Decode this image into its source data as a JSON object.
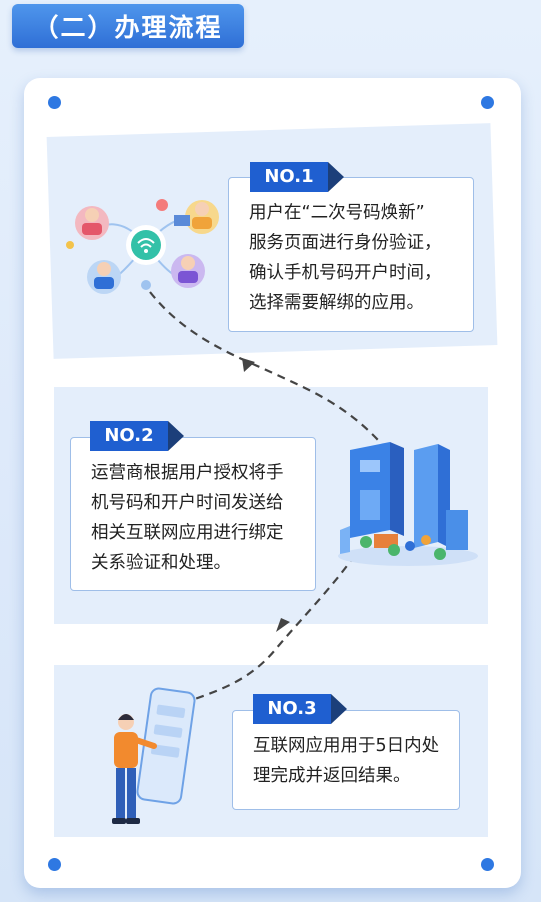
{
  "header": {
    "title": "（二）办理流程"
  },
  "steps": [
    {
      "number": "NO.1",
      "lines": [
        "用户在“二次号码焕新”",
        "服务页面进行身份验证，",
        "确认手机号码开户时间，",
        "选择需要解绑的应用。"
      ]
    },
    {
      "number": "NO.2",
      "lines": [
        "运营商根据用户授权将手",
        "机号码和开户时间发送给",
        "相关互联网应用进行绑定",
        "关系验证和处理。"
      ]
    },
    {
      "number": "NO.3",
      "lines": [
        "互联网应用用于5日内处",
        "理完成并返回结果。"
      ]
    }
  ],
  "colors": {
    "accent": "#1f5fd0",
    "panel": "#e4eefb",
    "card": "#ffffff"
  },
  "illustrations": [
    "people-network-illustration",
    "5g-building-illustration",
    "person-phone-illustration"
  ]
}
